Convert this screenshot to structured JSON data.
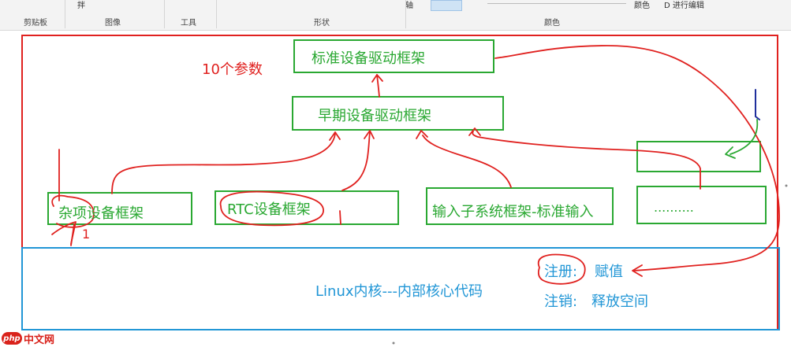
{
  "ribbon": {
    "groups": [
      "剪贴板",
      "图像",
      "工具",
      "形状",
      "颜色"
    ],
    "fragments": [
      "拌",
      "轴",
      "颜色",
      "D 进行编辑"
    ]
  },
  "diagram": {
    "params_note": "10个参数",
    "standard_framework": "标准设备驱动框架",
    "early_framework": "早期设备驱动框架",
    "misc_framework": "杂项设备框架",
    "rtc_framework": "RTC设备框架",
    "input_framework": "输入子系统框架-标准输入",
    "ellipsis": "..........",
    "misc_mark": "1",
    "kernel_label": "Linux内核---内部核心代码",
    "register_label": "注册:",
    "assign_label": "赋值",
    "unregister_label": "注销:",
    "free_label": "释放空间"
  },
  "colors": {
    "red": "#e0211f",
    "green": "#2aa832",
    "blue": "#2196d6",
    "navy": "#1f2f9c"
  },
  "watermark": {
    "logo_text": "php",
    "site_text": "中文网"
  }
}
